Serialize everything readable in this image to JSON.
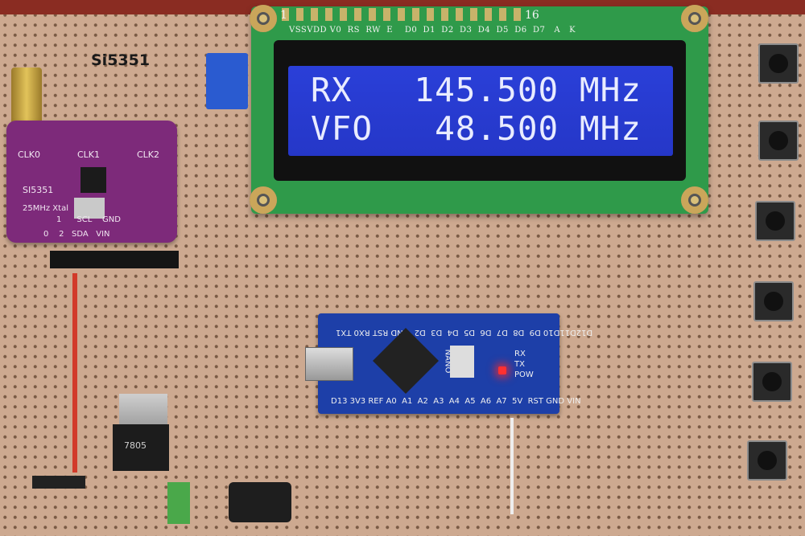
{
  "module_label": "Si5351",
  "lcd": {
    "pin_first": "1",
    "pin_last": "16",
    "pin_names": "VSSVDD V0  RS  RW  E    D0  D1  D2  D3  D4  D5  D6  D7   A   K",
    "line1": "RX   145.500 MHz",
    "line2": "VFO   48.500 MHz",
    "colors": {
      "board": "#2f9a4a",
      "screen": "#2a3fd8",
      "text": "#e9ecff"
    }
  },
  "si5351_board": {
    "clk0": "CLK0",
    "clk1": "CLK1",
    "clk2": "CLK2",
    "chip_label": "SI5351",
    "xtal": "25MHz  Xtal",
    "pins_top": "1      SCL    GND",
    "pins_bottom": "0    2   SDA   VIN"
  },
  "nano": {
    "top_pins": "D12D11D10 D9  D8  D7  D6  D5  D4  D3  D2  GND RST RX0 TX1",
    "bottom_pins": "D13 3V3 REF A0  A1  A2  A3  A4  A5  A6  A7  5V  RST GND VIN",
    "brand": "NANO",
    "leds": "RX\nTX\nPOW"
  },
  "regulator_text": "7805"
}
